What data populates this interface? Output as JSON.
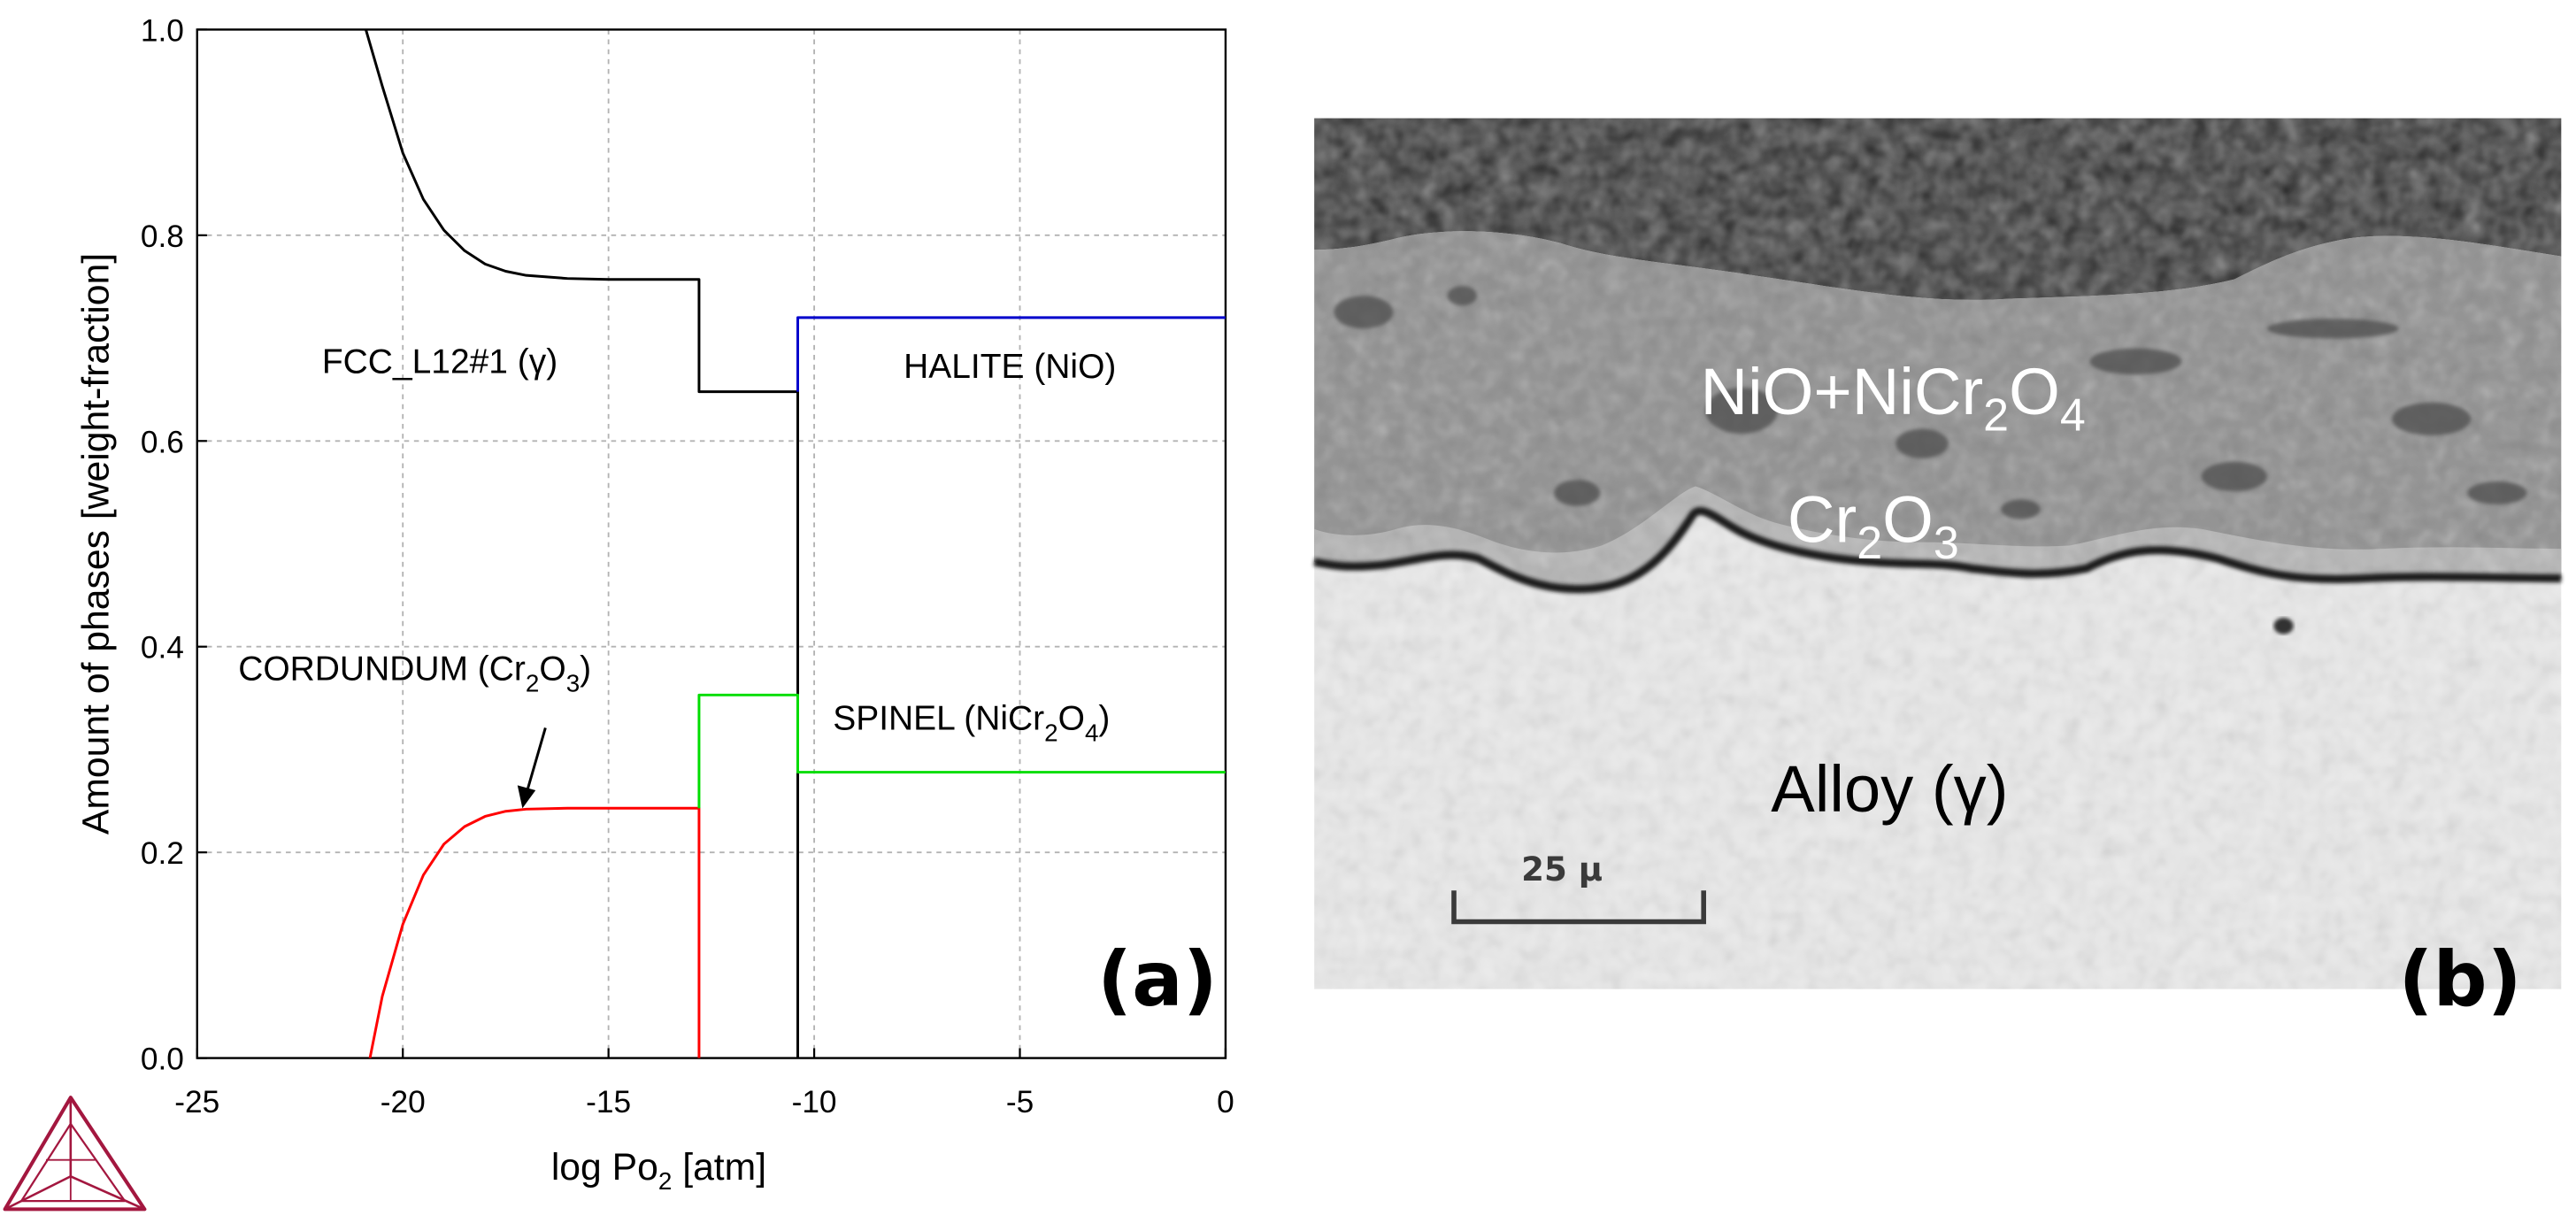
{
  "chart_data": {
    "type": "line",
    "xlabel": "log Po",
    "xlabel_sub": "2",
    "xlabel_unit": " [atm]",
    "ylabel": "Amount of phases [weight-fraction]",
    "xlim": [
      -25,
      0
    ],
    "ylim": [
      0,
      1.0
    ],
    "xticks": [
      "-25",
      "-20",
      "-15",
      "-10",
      "-5",
      "0"
    ],
    "yticks": [
      "0.0",
      "0.2",
      "0.4",
      "0.6",
      "0.8",
      "1.0"
    ],
    "grid": true,
    "series": [
      {
        "name": "FCC_L12#1",
        "color": "#000000",
        "x": [
          -20.9,
          -20.5,
          -20.0,
          -19.5,
          -19.0,
          -18.5,
          -18.0,
          -17.5,
          -17.0,
          -16.0,
          -15.0,
          -14.0,
          -12.8,
          -12.8,
          -10.4,
          -10.4
        ],
        "y": [
          1.0,
          0.945,
          0.88,
          0.835,
          0.805,
          0.785,
          0.772,
          0.765,
          0.761,
          0.758,
          0.757,
          0.757,
          0.757,
          0.648,
          0.648,
          0.0
        ]
      },
      {
        "name": "CORDUNDUM",
        "color": "#ff0000",
        "x": [
          -20.8,
          -20.5,
          -20.0,
          -19.5,
          -19.0,
          -18.5,
          -18.0,
          -17.5,
          -17.0,
          -16.0,
          -14.0,
          -12.8,
          -12.8
        ],
        "y": [
          0.0,
          0.06,
          0.13,
          0.178,
          0.208,
          0.225,
          0.235,
          0.24,
          0.242,
          0.243,
          0.243,
          0.243,
          0.0
        ]
      },
      {
        "name": "SPINEL",
        "color": "#00dd00",
        "x": [
          -12.8,
          -12.8,
          -10.4,
          -10.4,
          0
        ],
        "y": [
          0.243,
          0.353,
          0.353,
          0.278,
          0.278
        ]
      },
      {
        "name": "HALITE",
        "color": "#0000cc",
        "x": [
          -10.4,
          -10.4,
          0
        ],
        "y": [
          0.648,
          0.72,
          0.72
        ]
      }
    ],
    "annotations": {
      "fcc": "FCC_L12#1 (γ)",
      "halite": "HALITE (NiO)",
      "corundum_main": "CORDUNDUM (Cr",
      "corundum_sub1": "2",
      "corundum_mid": "O",
      "corundum_sub2": "3",
      "corundum_end": ")",
      "spinel_main": "SPINEL (NiCr",
      "spinel_sub1": "2",
      "spinel_mid": "O",
      "spinel_sub2": "4",
      "spinel_end": ")",
      "panel_label": "(a)"
    }
  },
  "micrograph": {
    "oxide_main": "NiO+NiCr",
    "oxide_sub1": "2",
    "oxide_mid": "O",
    "oxide_sub2": "4",
    "chromia_main": "Cr",
    "chromia_sub1": "2",
    "chromia_mid": "O",
    "chromia_sub2": "3",
    "alloy_label": "Alloy (γ)",
    "scale_label": "25 μ",
    "panel_label": "(b)"
  },
  "logo": {
    "icon": "thermo-calc-logo-icon",
    "color": "#a3173f"
  }
}
